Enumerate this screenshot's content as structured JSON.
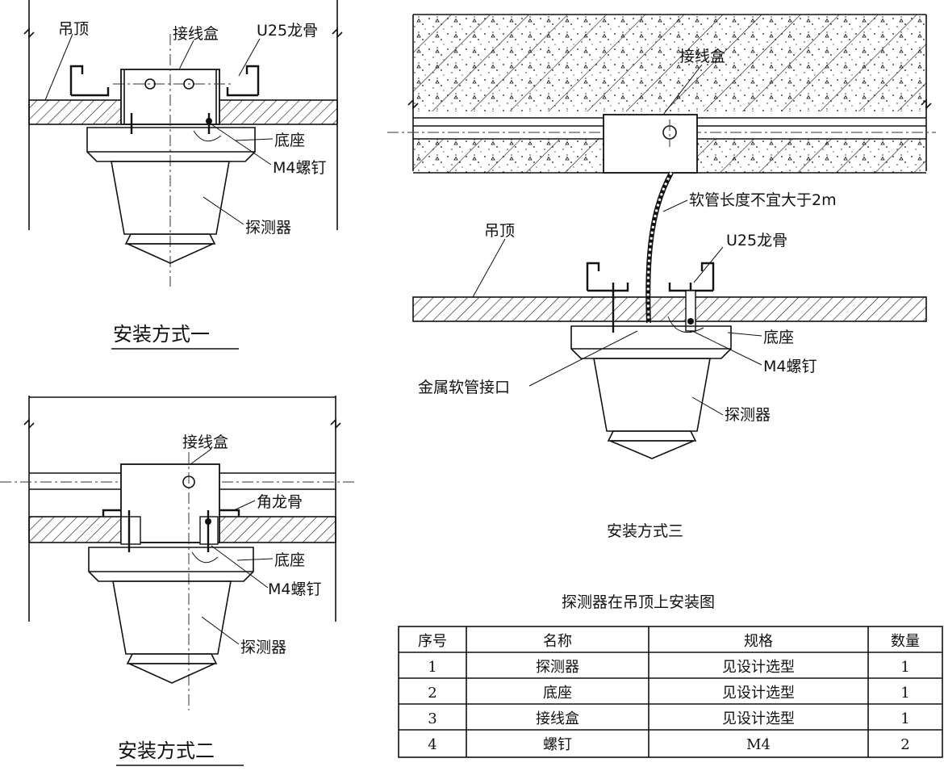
{
  "fig1": {
    "caption": "安装方式一",
    "labels": {
      "ceiling": "吊顶",
      "junction_box": "接线盒",
      "keel": "U25龙骨",
      "base": "底座",
      "screw": "M4螺钉",
      "detector": "探测器"
    }
  },
  "fig2": {
    "caption": "安装方式二",
    "labels": {
      "junction_box": "接线盒",
      "angle_keel": "角龙骨",
      "base": "底座",
      "screw": "M4螺钉",
      "detector": "探测器"
    }
  },
  "fig3": {
    "caption": "安装方式三",
    "labels": {
      "junction_box": "接线盒",
      "hose_note": "软管长度不宜大于2m",
      "ceiling": "吊顶",
      "keel": "U25龙骨",
      "base": "底座",
      "screw": "M4螺钉",
      "hose_joint": "金属软管接口",
      "detector": "探测器"
    }
  },
  "table": {
    "title": "探测器在吊顶上安装图",
    "headers": [
      "序号",
      "名称",
      "规格",
      "数量"
    ],
    "rows": [
      [
        "1",
        "探测器",
        "见设计选型",
        "1"
      ],
      [
        "2",
        "底座",
        "见设计选型",
        "1"
      ],
      [
        "3",
        "接线盒",
        "见设计选型",
        "1"
      ],
      [
        "4",
        "螺钉",
        "M4",
        "2"
      ]
    ]
  }
}
